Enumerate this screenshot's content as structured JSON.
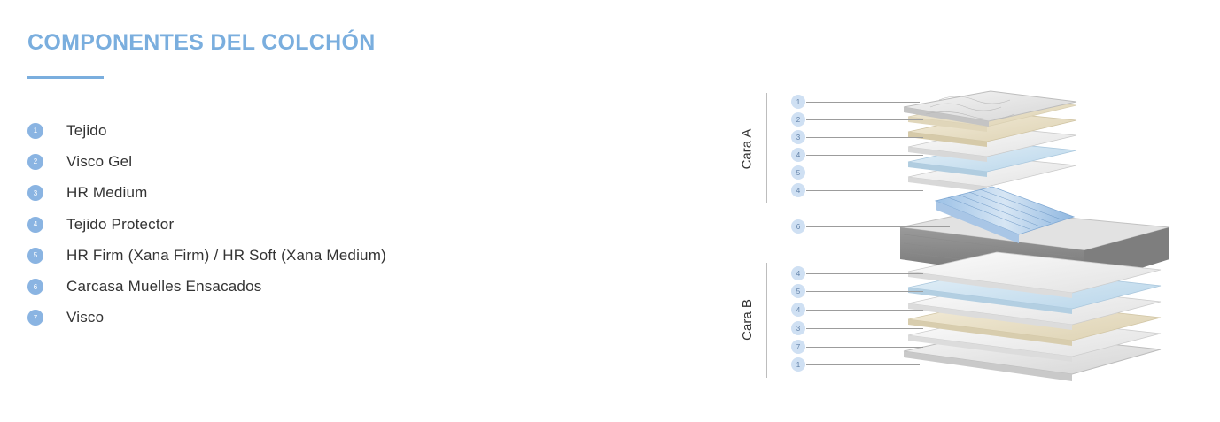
{
  "title": "COMPONENTES DEL COLCHÓN",
  "legend": [
    {
      "num": "1",
      "label": "Tejido"
    },
    {
      "num": "2",
      "label": "Visco Gel"
    },
    {
      "num": "3",
      "label": "HR Medium"
    },
    {
      "num": "4",
      "label": "Tejido Protector"
    },
    {
      "num": "5",
      "label": "HR Firm (Xana Firm) / HR Soft (Xana Medium)"
    },
    {
      "num": "6",
      "label": "Carcasa Muelles Ensacados"
    },
    {
      "num": "7",
      "label": "Visco"
    }
  ],
  "diagram": {
    "side_a": "Cara A",
    "side_b": "Cara B",
    "callouts_a": [
      "1",
      "2",
      "3",
      "4",
      "5",
      "4"
    ],
    "callout_core": "6",
    "callouts_b": [
      "4",
      "5",
      "4",
      "3",
      "7",
      "1"
    ]
  },
  "colors": {
    "accent": "#7aaede",
    "badge": "#8ab4e2",
    "callout_badge": "#cfe0f3"
  }
}
